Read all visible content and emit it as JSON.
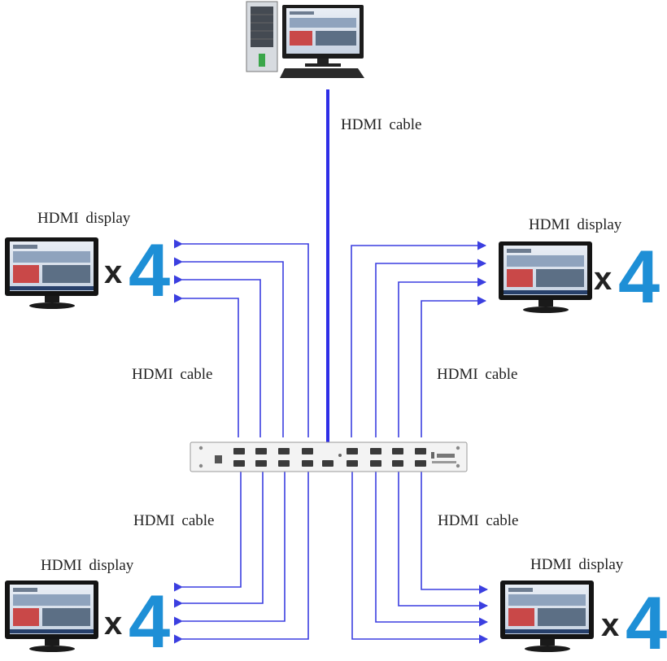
{
  "labels": {
    "cable_top": "HDMI cable",
    "display_tl": "HDMI display",
    "display_tr": "HDMI display",
    "display_bl": "HDMI display",
    "display_br": "HDMI display",
    "cable_ml": "HDMI cable",
    "cable_mr": "HDMI cable",
    "cable_ll": "HDMI cable",
    "cable_lr": "HDMI cable"
  },
  "multipliers": {
    "tl_x": "x",
    "tl_n": "4",
    "tr_x": "x",
    "tr_n": "4",
    "bl_x": "x",
    "bl_n": "4",
    "br_x": "x",
    "br_n": "4"
  },
  "colors": {
    "cable": "#3b3fe0",
    "main_cable": "#2e2ee6",
    "multiplier_number": "#1e8fd6",
    "multiplier_x": "#222222"
  },
  "icons": {
    "source": "desktop-computer-icon",
    "display": "monitor-icon",
    "device": "hdmi-splitter-icon"
  }
}
